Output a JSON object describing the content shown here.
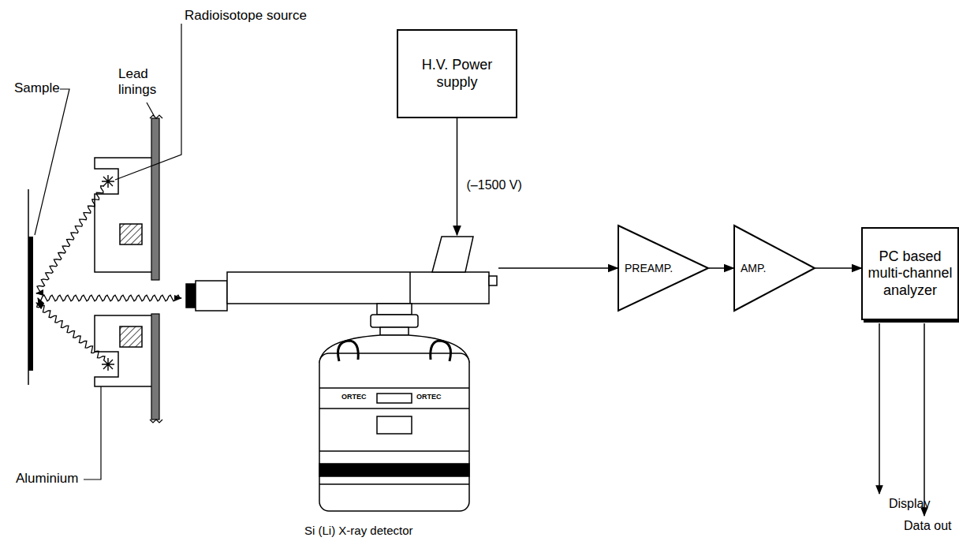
{
  "diagram": {
    "nodes": [
      {
        "text": [
          "H.V. Power supply"
        ]
      },
      {
        "text": [
          "Si (Li) X-ray detector"
        ]
      },
      {
        "text": [
          "PREAMP."
        ]
      },
      {
        "text": [
          "AMP."
        ]
      },
      {
        "text": [
          "PC based multi-channel analyzer"
        ]
      }
    ],
    "edges": [
      {
        "from": 0,
        "to": 1,
        "arrow": "to",
        "label": "(–1500 V)"
      },
      {
        "from": 1,
        "to": 2,
        "arrow": "to"
      },
      {
        "from": 2,
        "to": 3,
        "arrow": "to"
      },
      {
        "from": 3,
        "to": 4,
        "arrow": "to"
      }
    ],
    "labels": [
      "Radioisotope source",
      "Lead linings",
      "Sample",
      "Aluminium",
      "ORTEC",
      "ORTEC",
      "Display",
      "Data out"
    ]
  }
}
